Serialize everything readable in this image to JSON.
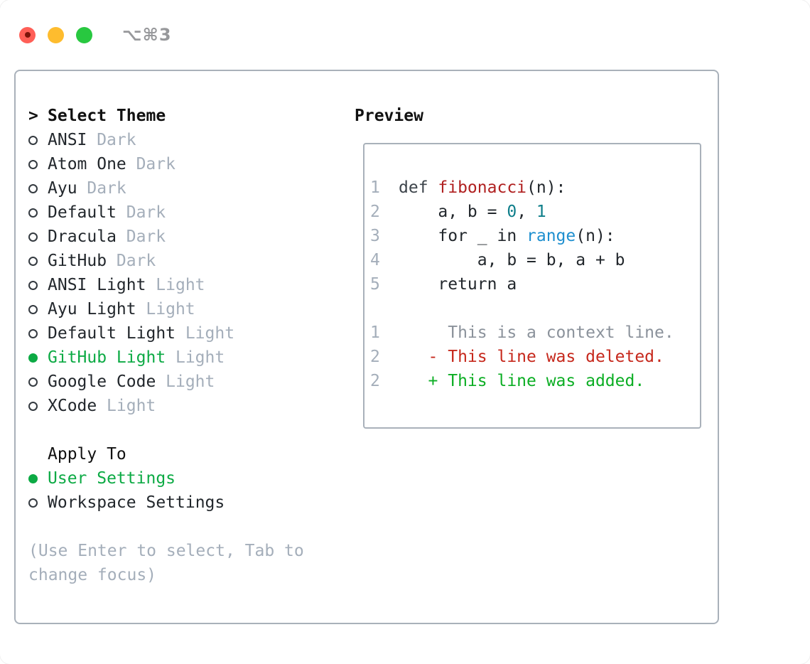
{
  "window": {
    "shortcut": "⌥⌘3"
  },
  "colors": {
    "green": "#0caa44",
    "red_del": "#c6281c",
    "green_add": "#0cae24",
    "fn_red": "#b02020",
    "lit_teal": "#0e7e8a",
    "blue": "#1e8fcf",
    "muted": "#a4aeba",
    "ctx": "#8b929b",
    "dark": "#22272c",
    "kw": "#3d444b",
    "border": "#a9b1ba",
    "shortcut_gray": "#97989b",
    "bullet_outline": "#343a40",
    "tl_red": "#ff5f57",
    "tl_yellow": "#febc2e",
    "tl_green": "#28c840"
  },
  "theme_panel": {
    "prompt": ">",
    "title": "Select Theme",
    "items": [
      {
        "name": "ANSI",
        "variant": "Dark",
        "selected": false
      },
      {
        "name": "Atom One",
        "variant": "Dark",
        "selected": false
      },
      {
        "name": "Ayu",
        "variant": "Dark",
        "selected": false
      },
      {
        "name": "Default",
        "variant": "Dark",
        "selected": false
      },
      {
        "name": "Dracula",
        "variant": "Dark",
        "selected": false
      },
      {
        "name": "GitHub",
        "variant": "Dark",
        "selected": false
      },
      {
        "name": "ANSI Light",
        "variant": "Light",
        "selected": false
      },
      {
        "name": "Ayu Light",
        "variant": "Light",
        "selected": false
      },
      {
        "name": "Default Light",
        "variant": "Light",
        "selected": false
      },
      {
        "name": "GitHub Light",
        "variant": "Light",
        "selected": true
      },
      {
        "name": "Google Code",
        "variant": "Light",
        "selected": false
      },
      {
        "name": "XCode",
        "variant": "Light",
        "selected": false
      }
    ],
    "apply_title": "Apply To",
    "apply_options": [
      {
        "label": "User Settings",
        "selected": true
      },
      {
        "label": "Workspace Settings",
        "selected": false
      }
    ],
    "help_lines": [
      "(Use Enter to select, Tab to",
      "change focus)"
    ]
  },
  "preview": {
    "title": "Preview",
    "lines": [
      {
        "kind": "code-line",
        "num": "1",
        "segments": [
          {
            "t": "def ",
            "c": "kw"
          },
          {
            "t": "fibonacci",
            "c": "fn"
          },
          {
            "t": "(n):",
            "c": "pl"
          }
        ]
      },
      {
        "kind": "code-line",
        "num": "2",
        "segments": [
          {
            "t": "    a, b = ",
            "c": "pl"
          },
          {
            "t": "0",
            "c": "lit"
          },
          {
            "t": ", ",
            "c": "pl"
          },
          {
            "t": "1",
            "c": "lit"
          }
        ]
      },
      {
        "kind": "code-line",
        "num": "3",
        "segments": [
          {
            "t": "    for _ in ",
            "c": "pl"
          },
          {
            "t": "range",
            "c": "bi"
          },
          {
            "t": "(n):",
            "c": "pl"
          }
        ]
      },
      {
        "kind": "code-line",
        "num": "4",
        "segments": [
          {
            "t": "        a, b = b, a + b",
            "c": "pl"
          }
        ]
      },
      {
        "kind": "code-line",
        "num": "5",
        "segments": [
          {
            "t": "    return a",
            "c": "pl"
          }
        ]
      },
      {
        "kind": "blank-line",
        "num": "",
        "segments": []
      },
      {
        "kind": "diff-context-line",
        "num": "1",
        "segments": [
          {
            "t": "     This is a context line.",
            "c": "ctx"
          }
        ]
      },
      {
        "kind": "diff-deleted-line",
        "num": "2",
        "segments": [
          {
            "t": "   - This line was deleted.",
            "c": "del"
          }
        ]
      },
      {
        "kind": "diff-added-line",
        "num": "2",
        "segments": [
          {
            "t": "   + This line was added.",
            "c": "add"
          }
        ]
      }
    ]
  }
}
